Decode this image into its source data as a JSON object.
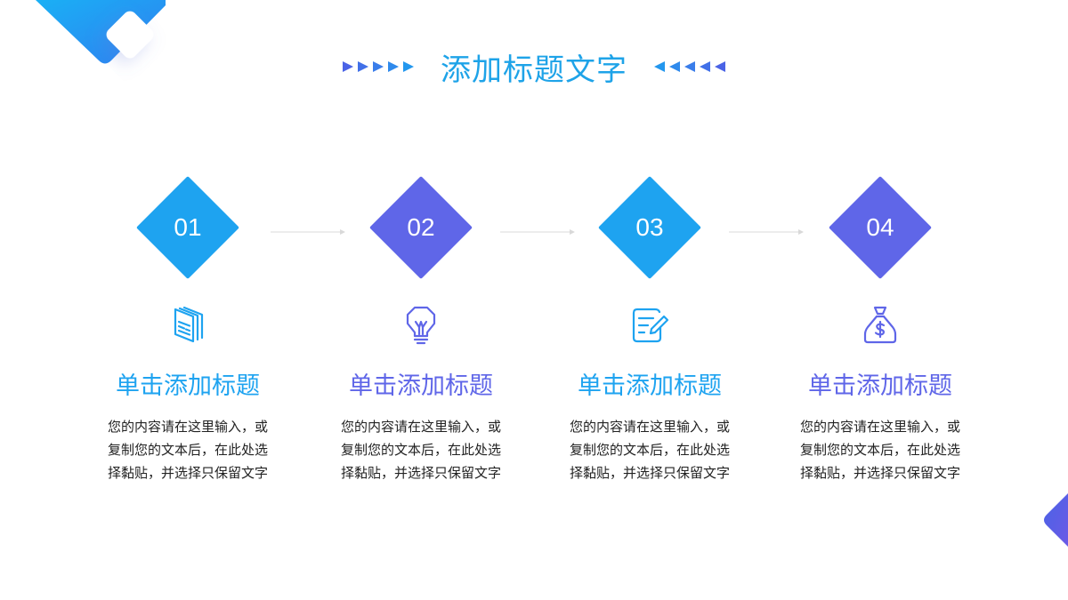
{
  "colors": {
    "blue": "#1ea3f0",
    "purple": "#5f66e8",
    "title_blue": "#1ea3e8",
    "arrow_left": "#4a63e6",
    "arrow_right": "#4a63e6",
    "connector": "#d9d9d9"
  },
  "header": {
    "title": "添加标题文字"
  },
  "steps": [
    {
      "number": "01",
      "icon": "documents-icon",
      "color": "#1ea3f0",
      "title": "单击添加标题",
      "desc": "您的内容请在这里输入，或复制您的文本后，在此处选择黏贴，并选择只保留文字"
    },
    {
      "number": "02",
      "icon": "lightbulb-icon",
      "color": "#5f66e8",
      "title": "单击添加标题",
      "desc": "您的内容请在这里输入，或复制您的文本后，在此处选择黏贴，并选择只保留文字"
    },
    {
      "number": "03",
      "icon": "edit-note-icon",
      "color": "#1ea3f0",
      "title": "单击添加标题",
      "desc": "您的内容请在这里输入，或复制您的文本后，在此处选择黏贴，并选择只保留文字"
    },
    {
      "number": "04",
      "icon": "money-bag-icon",
      "color": "#5f66e8",
      "title": "单击添加标题",
      "desc": "您的内容请在这里输入，或复制您的文本后，在此处选择黏贴，并选择只保留文字"
    }
  ]
}
